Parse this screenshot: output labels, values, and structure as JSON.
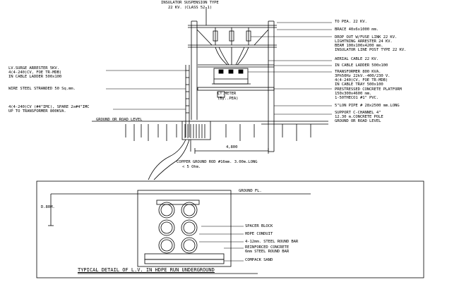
{
  "labels": {
    "insulator_suspension": "INSULATOR SUSPENSION TYPE",
    "insulator_kv": "22 KV. (CLASS 52-1)",
    "to_pea": "TO PEA. 22 KV.",
    "brace": "BRACE 40x6x1000 mm.",
    "drop_out": "DROP OUT W/FUSE LINK 22 KV.",
    "lightning": "LIGHTNING ARRESTER 24 KV.",
    "beam": "BEAM 100x100x4200 mm.",
    "insulator_line_post": "INSULATOR LINE POST TYPE 22 KV.",
    "aerial_cable": "AERIAL CABLE 22 KV.",
    "cable_ladder_r": "IN CABLE LADDER 500x100",
    "lv_surge": "LV.SURGE ARRESTER 5KV.",
    "lv_cable1": "4(4-240)CV, FOE TR-MDB)",
    "lv_cable2": "IN CABLE LADDER 500x100",
    "transformer1": "TRANSFORMER 800 KVA.",
    "transformer2": "3Ph50Hz 22kV.-400/230 V.",
    "transformer3": "4(4-240)CV, FOE TR-MDB)",
    "transformer4": "IN CABLE TRAY 500x100",
    "wire_steel": "WIRE STEEL STRANDED 50 Sq.mm.",
    "lt_meter1": "LT.METER",
    "lt_meter2": "(By..PEA)",
    "prestressed1": "PRESTRESSED CONCRETE PLATFORM",
    "prestressed2": "150x300x4600 mm.",
    "prestressed3": "1-50THECO1 #1\" PVC.",
    "spare1": "4(4-240)CV (#4\"IMC), SPARE 2x#4\"IMC",
    "spare2": "UP TO TRANSFORMER 800KVA.",
    "run_pipe": "5\"LON PIPE # 28x2500 mm.LONG",
    "support1": "SUPPORT C-CHANNEL 4\"",
    "support2": "12.30 m.CONCRETE POLE",
    "support3": "GROUND OR ROAD LEVEL",
    "ground_left": "GROUND OR ROAD LEVEL",
    "dim_span": "4,800",
    "copper1": "COPPER GROUND ROD #16mm. 3.00m.LONG",
    "copper2": "< 5 Ohm.",
    "ground_fl": "GROUND FL.",
    "depth": "D.80M.",
    "spacer": "SPACER BLOCK",
    "hdpe": "HDPE CONDUIT",
    "steel_bar": "4-12mm. STEEL ROUND BAR",
    "reinforced1": "REINFORCED CONCRETE",
    "reinforced2": "6mm STEEL ROUND BAR",
    "compack": "COMPACK SAND",
    "title": "TYPICAL DETAIL OF L.V. IN HDPE RUN UNDERGROUND"
  }
}
